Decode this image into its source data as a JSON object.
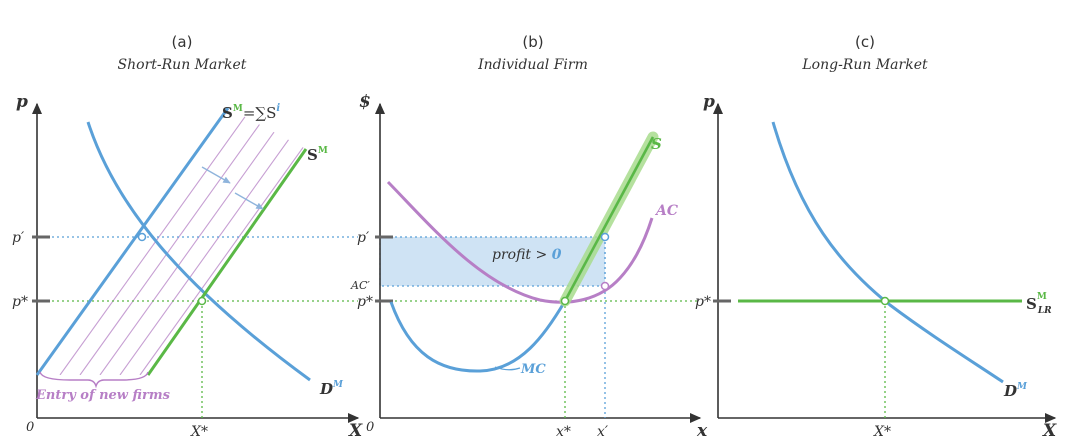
{
  "panels": [
    {
      "letter": "(a)",
      "title": "Short-Run Market"
    },
    {
      "letter": "(b)",
      "title": "Individual Firm"
    },
    {
      "letter": "(c)",
      "title": "Long-Run Market"
    }
  ],
  "labels": {
    "a": {
      "y_axis": "p",
      "x_axis": "X",
      "origin": "0",
      "p_prime": "p′",
      "p_star": "p*",
      "x_star": "X*",
      "sm_sum_base": "S",
      "sm_sum_sup": "M",
      "sm_sum_eq": "=∑S",
      "sm_sum_i": "i",
      "sm_base": "S",
      "sm_sup": "M",
      "dm_base": "D",
      "dm_sup": "M",
      "entry": "Entry of new firms"
    },
    "b": {
      "y_axis": "$",
      "x_axis": "x",
      "origin": "0",
      "p_prime": "p′",
      "p_star": "p*",
      "ac_prime": "AC′",
      "x_star": "x*",
      "x_prime": "x′",
      "s": "S",
      "ac": "AC",
      "mc": "MC",
      "profit_text": "profit > ",
      "profit_zero": "0"
    },
    "c": {
      "y_axis": "p",
      "x_axis": "X",
      "p_star": "p*",
      "x_star": "X*",
      "slr_base": "S",
      "slr_sup": "M",
      "slr_sub": "LR",
      "dm_base": "D",
      "dm_sup": "M"
    }
  },
  "colors": {
    "demand_blue": "#5aa0d8",
    "supply_green": "#5ab846",
    "ac_purple": "#b77fc6",
    "profit_fill": "#cfe3f4",
    "axis": "#333333"
  }
}
